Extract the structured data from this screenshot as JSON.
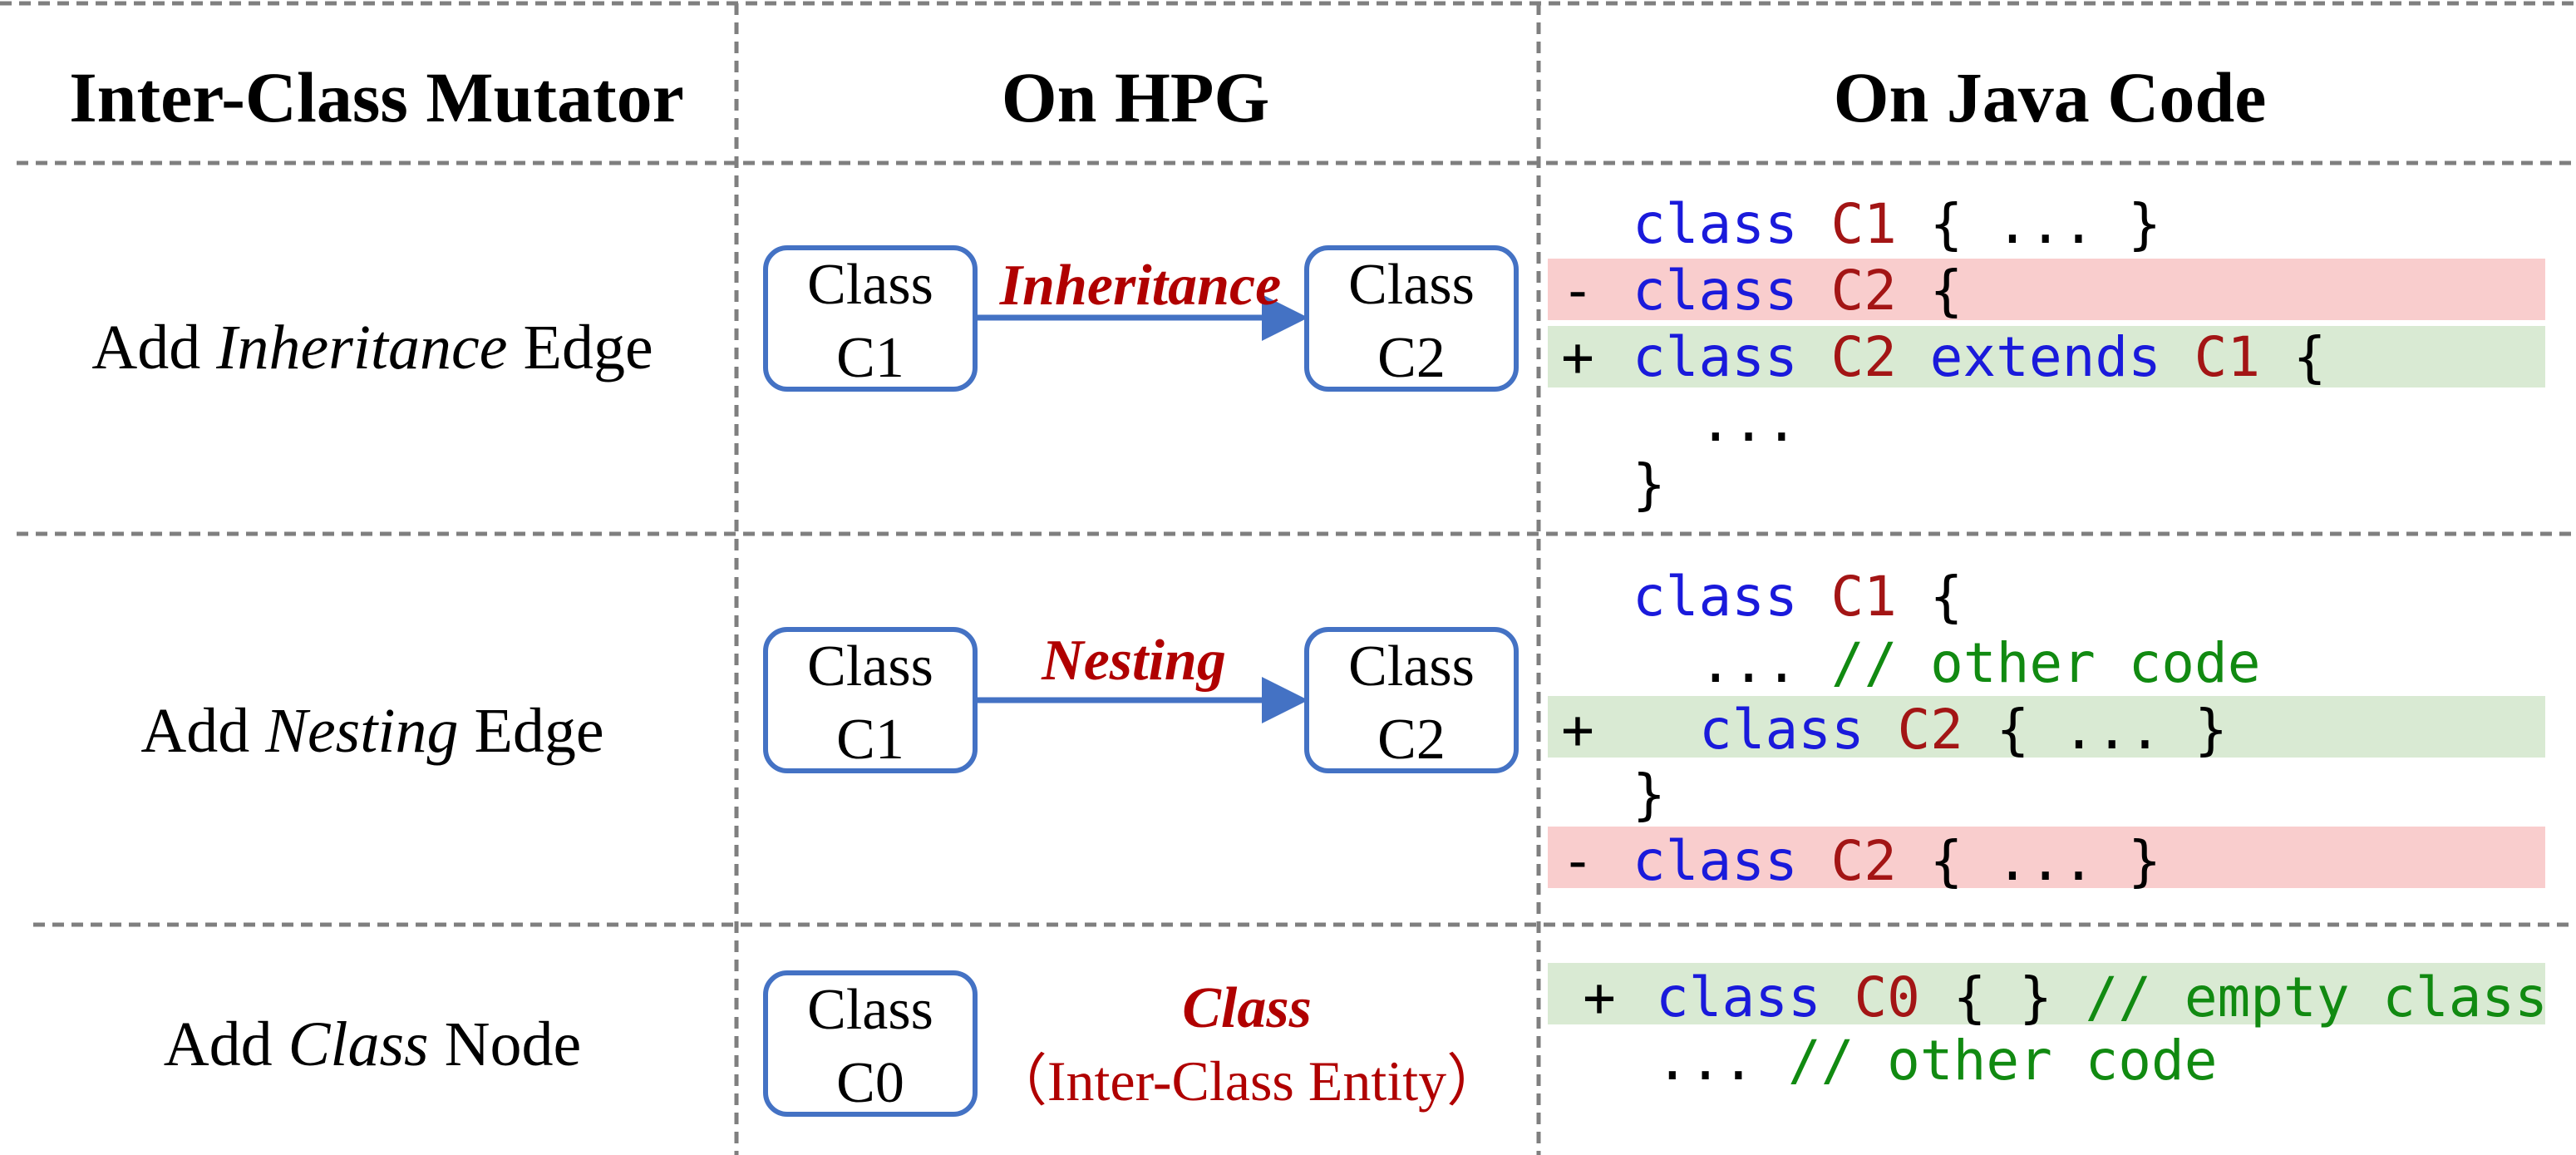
{
  "header": {
    "col1": "Inter-Class Mutator",
    "col2": "On HPG",
    "col3": "On Java Code"
  },
  "rows": [
    {
      "mutator": {
        "pre": "Add ",
        "emph": "Inheritance",
        "post": " Edge"
      },
      "hpg": {
        "node_a": [
          "Class",
          "C1"
        ],
        "node_b": [
          "Class",
          "C2"
        ],
        "edge_label": "Inheritance"
      },
      "code": [
        {
          "diff": "",
          "indent": 0,
          "tokens": [
            [
              "kw",
              "class"
            ],
            [
              "sp",
              " "
            ],
            [
              "id",
              "C1"
            ],
            [
              "pl",
              " { ... }"
            ]
          ]
        },
        {
          "diff": "-",
          "indent": 0,
          "tokens": [
            [
              "kw",
              "class"
            ],
            [
              "sp",
              " "
            ],
            [
              "id",
              "C2"
            ],
            [
              "pl",
              " {"
            ]
          ]
        },
        {
          "diff": "+",
          "indent": 0,
          "tokens": [
            [
              "kw",
              "class"
            ],
            [
              "sp",
              " "
            ],
            [
              "id",
              "C2"
            ],
            [
              "sp",
              " "
            ],
            [
              "kw",
              "extends"
            ],
            [
              "sp",
              " "
            ],
            [
              "id",
              "C1"
            ],
            [
              "pl",
              " {"
            ]
          ]
        },
        {
          "diff": "",
          "indent": 1,
          "tokens": [
            [
              "pl",
              "..."
            ]
          ]
        },
        {
          "diff": "",
          "indent": 0,
          "tokens": [
            [
              "pl",
              "}"
            ]
          ]
        }
      ]
    },
    {
      "mutator": {
        "pre": "Add ",
        "emph": "Nesting",
        "post": " Edge"
      },
      "hpg": {
        "node_a": [
          "Class",
          "C1"
        ],
        "node_b": [
          "Class",
          "C2"
        ],
        "edge_label": "Nesting"
      },
      "code": [
        {
          "diff": "",
          "indent": 0,
          "tokens": [
            [
              "kw",
              "class"
            ],
            [
              "sp",
              " "
            ],
            [
              "id",
              "C1"
            ],
            [
              "pl",
              " {"
            ]
          ]
        },
        {
          "diff": "",
          "indent": 1,
          "tokens": [
            [
              "pl",
              "... "
            ],
            [
              "cm",
              "// other code"
            ]
          ]
        },
        {
          "diff": "+",
          "indent": 1,
          "tokens": [
            [
              "kw",
              "class"
            ],
            [
              "sp",
              " "
            ],
            [
              "id",
              "C2"
            ],
            [
              "pl",
              " { ... }"
            ]
          ]
        },
        {
          "diff": "",
          "indent": 0,
          "tokens": [
            [
              "pl",
              "}"
            ]
          ]
        },
        {
          "diff": "-",
          "indent": 0,
          "tokens": [
            [
              "kw",
              "class"
            ],
            [
              "sp",
              " "
            ],
            [
              "id",
              "C2"
            ],
            [
              "pl",
              " { ... }"
            ]
          ]
        }
      ]
    },
    {
      "mutator": {
        "pre": "Add ",
        "emph": "Class",
        "post": " Node"
      },
      "hpg": {
        "node_a": [
          "Class",
          "C0"
        ],
        "entity_title": "Class",
        "entity_sub": "（Inter-Class Entity）"
      },
      "code": [
        {
          "diff": "+",
          "indent": 0,
          "tokens": [
            [
              "kw",
              "class"
            ],
            [
              "sp",
              " "
            ],
            [
              "id",
              "C0"
            ],
            [
              "pl",
              " { } "
            ],
            [
              "cm",
              "// empty class"
            ]
          ]
        },
        {
          "diff": "",
          "indent": 0,
          "tokens": [
            [
              "pl",
              "... "
            ],
            [
              "cm",
              "// other code"
            ]
          ]
        }
      ]
    }
  ],
  "colors": {
    "keyword": "#1a1adb",
    "identifier": "#a31515",
    "comment": "#118a11",
    "plain": "#000000",
    "label_red": "#b00000",
    "node_border": "#4472c4",
    "arrow": "#4472c4",
    "grid_line": "#7f7f7f",
    "removed_bg": "#f9cdcd",
    "added_bg": "#d9ead3"
  }
}
